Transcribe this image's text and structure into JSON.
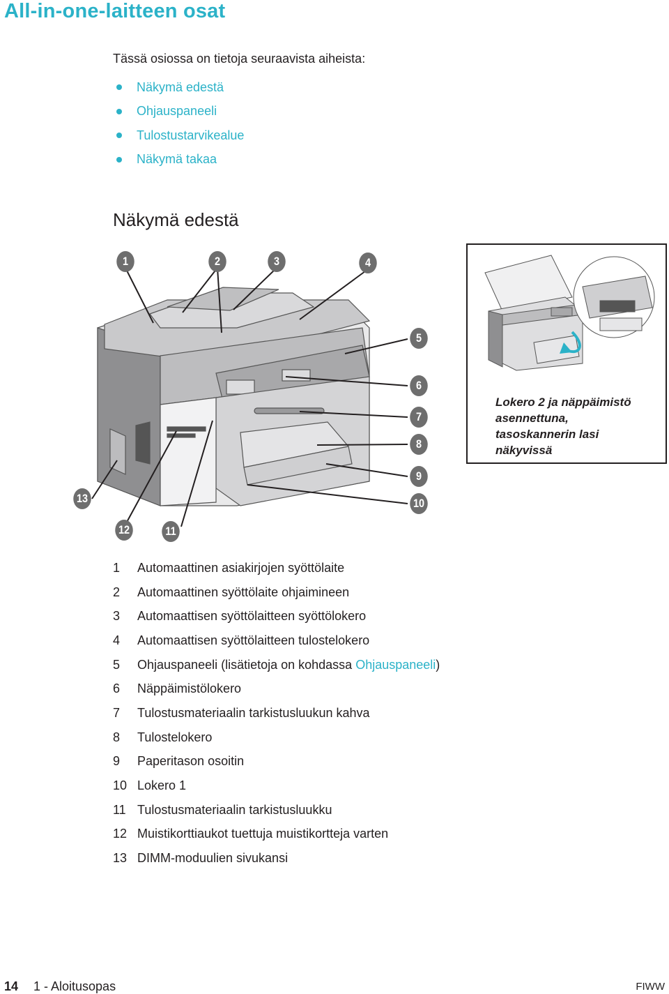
{
  "title": "All-in-one-laitteen osat",
  "intro": "Tässä osiossa on tietoja seuraavista aiheista:",
  "topics": [
    "Näkymä edestä",
    "Ohjauspaneeli",
    "Tulostustarvikealue",
    "Näkymä takaa"
  ],
  "section_title": "Näkymä edestä",
  "callouts": [
    "1",
    "2",
    "3",
    "4",
    "5",
    "6",
    "7",
    "8",
    "9",
    "10",
    "11",
    "12",
    "13"
  ],
  "inset_caption": [
    "Lokero 2 ja näppäimistö",
    "asennettuna,",
    "tasoskannerin lasi",
    "näkyvissä"
  ],
  "legend": [
    {
      "num": "1",
      "text": "Automaattinen asiakirjojen syöttölaite"
    },
    {
      "num": "2",
      "text": "Automaattinen syöttölaite ohjaimineen"
    },
    {
      "num": "3",
      "text": "Automaattisen syöttölaitteen syöttölokero"
    },
    {
      "num": "4",
      "text": "Automaattisen syöttölaitteen tulostelokero"
    },
    {
      "num": "5",
      "text": "Ohjauspaneeli (lisätietoja on kohdassa ",
      "link": "Ohjauspaneeli",
      "after": ")"
    },
    {
      "num": "6",
      "text": "Näppäimistölokero"
    },
    {
      "num": "7",
      "text": "Tulostusmateriaalin tarkistusluukun kahva"
    },
    {
      "num": "8",
      "text": "Tulostelokero"
    },
    {
      "num": "9",
      "text": "Paperitason osoitin"
    },
    {
      "num": "10",
      "text": "Lokero 1"
    },
    {
      "num": "11",
      "text": "Tulostusmateriaalin tarkistusluukku"
    },
    {
      "num": "12",
      "text": "Muistikorttiaukot tuettuja muistikortteja varten"
    },
    {
      "num": "13",
      "text": "DIMM-moduulien sivukansi"
    }
  ],
  "footer": {
    "page": "14",
    "chapter": "1 - Aloitusopas",
    "code": "FIWW"
  },
  "colors": {
    "accent": "#2bb2c8",
    "callout": "#6e6e6e",
    "text": "#231f20"
  }
}
